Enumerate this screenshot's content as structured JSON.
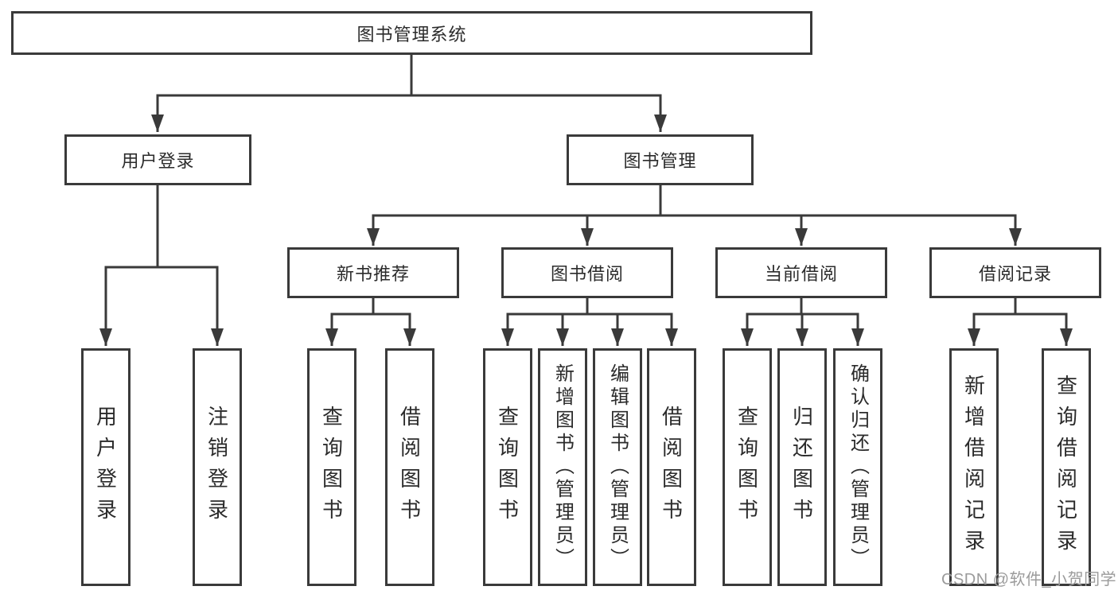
{
  "tree": {
    "root": {
      "label": "图书管理系统",
      "children": [
        {
          "label": "用户登录",
          "children": [
            {
              "label": "用户登录"
            },
            {
              "label": "注销登录"
            }
          ]
        },
        {
          "label": "图书管理",
          "children": [
            {
              "label": "新书推荐",
              "children": [
                {
                  "label": "查询图书"
                },
                {
                  "label": "借阅图书"
                }
              ]
            },
            {
              "label": "图书借阅",
              "children": [
                {
                  "label": "查询图书"
                },
                {
                  "label": "新增图书（管理员）"
                },
                {
                  "label": "编辑图书（管理员）"
                },
                {
                  "label": "借阅图书"
                }
              ]
            },
            {
              "label": "当前借阅",
              "children": [
                {
                  "label": "查询图书"
                },
                {
                  "label": "归还图书"
                },
                {
                  "label": "确认归还（管理员）"
                }
              ]
            },
            {
              "label": "借阅记录",
              "children": [
                {
                  "label": "新增借阅记录"
                },
                {
                  "label": "查询借阅记录"
                }
              ]
            }
          ]
        }
      ]
    }
  },
  "watermark": {
    "text": "CSDN @软件_小贺同学"
  },
  "colors": {
    "line": "#3a3a3a",
    "text": "#2b2b2b",
    "watermark": "#9b9b9b",
    "background": "#ffffff"
  }
}
